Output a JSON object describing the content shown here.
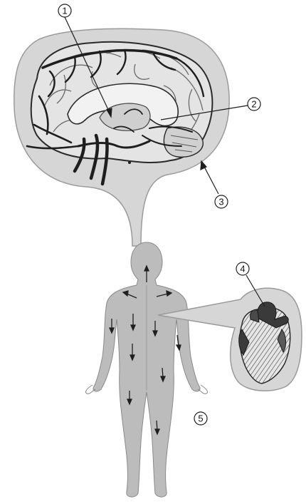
{
  "diagram": {
    "colors": {
      "panel_fill": "#d6d6d6",
      "panel_stroke": "#9a9a9a",
      "body_fill": "#bcbcbc",
      "vessel": "#1e1e1e",
      "brain_inner": "#f2f2f2",
      "heart_dark": "#3a3a3a",
      "heart_light": "#e8e8e8"
    },
    "callouts": [
      {
        "label": "1"
      },
      {
        "label": "2"
      },
      {
        "label": "3"
      },
      {
        "label": "4"
      },
      {
        "label": "5"
      }
    ]
  }
}
